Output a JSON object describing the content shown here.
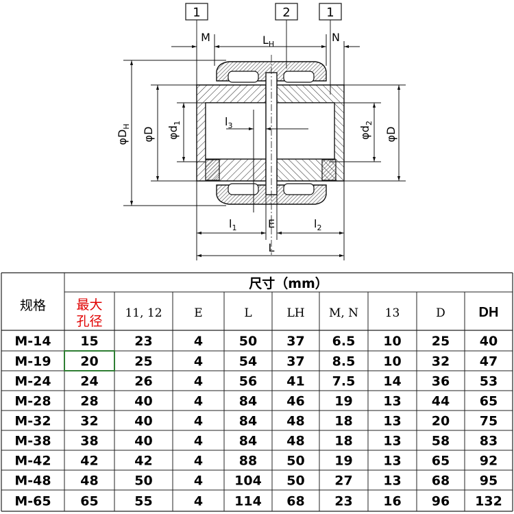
{
  "drawing": {
    "callouts": [
      "1",
      "2",
      "1"
    ],
    "dims": {
      "M": "M",
      "N": "N",
      "LH_main": "L",
      "LH_sub": "H",
      "DH_prefix": "φD",
      "DH_sub": "H",
      "D": "φD",
      "d1_prefix": "φd",
      "d1_sub": "1",
      "l3_main": "l",
      "l3_sub": "3",
      "d2_prefix": "φd",
      "d2_sub": "2",
      "D_right": "φD",
      "l1_main": "l",
      "l1_sub": "1",
      "E": "E",
      "l2_main": "l",
      "l2_sub": "2",
      "L": "L"
    }
  },
  "table": {
    "spec_header": "规格",
    "size_header": "尺寸（mm）",
    "max_bore_line1": "最大",
    "max_bore_line2": "孔径",
    "highlight_color": "#e00000",
    "columns": [
      "11, 12",
      "E",
      "L",
      "LH",
      "M, N",
      "13",
      "D",
      "DH"
    ],
    "rows": [
      {
        "model": "M-14",
        "values": [
          "15",
          "23",
          "4",
          "50",
          "37",
          "6.5",
          "10",
          "25",
          "40"
        ]
      },
      {
        "model": "M-19",
        "values": [
          "20",
          "25",
          "4",
          "54",
          "37",
          "8.5",
          "10",
          "32",
          "47"
        ]
      },
      {
        "model": "M-24",
        "values": [
          "24",
          "26",
          "4",
          "56",
          "41",
          "7.5",
          "14",
          "36",
          "53"
        ]
      },
      {
        "model": "M-28",
        "values": [
          "28",
          "40",
          "4",
          "84",
          "46",
          "19",
          "13",
          "44",
          "65"
        ]
      },
      {
        "model": "M-32",
        "values": [
          "32",
          "40",
          "4",
          "84",
          "48",
          "18",
          "13",
          "20",
          "75"
        ]
      },
      {
        "model": "M-38",
        "values": [
          "38",
          "40",
          "4",
          "84",
          "48",
          "18",
          "13",
          "58",
          "83"
        ]
      },
      {
        "model": "M-42",
        "values": [
          "42",
          "42",
          "4",
          "88",
          "50",
          "19",
          "13",
          "65",
          "92"
        ]
      },
      {
        "model": "M-48",
        "values": [
          "48",
          "50",
          "4",
          "104",
          "50",
          "27",
          "13",
          "68",
          "95"
        ]
      },
      {
        "model": "M-65",
        "values": [
          "65",
          "55",
          "4",
          "114",
          "68",
          "23",
          "16",
          "96",
          "132"
        ]
      }
    ]
  }
}
